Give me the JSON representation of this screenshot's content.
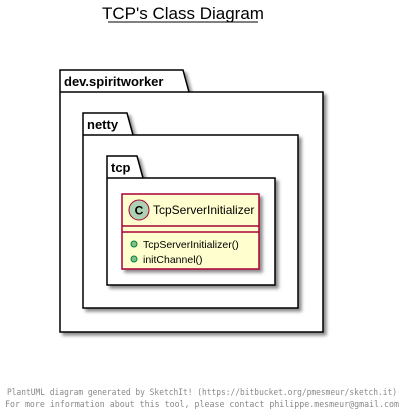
{
  "diagram": {
    "title": "TCP's Class Diagram",
    "packages": [
      {
        "name": "dev.spiritworker"
      },
      {
        "name": "netty"
      },
      {
        "name": "tcp"
      }
    ],
    "class": {
      "name": "TcpServerInitializer",
      "stereotype_letter": "C",
      "methods": [
        {
          "name": "TcpServerInitializer()"
        },
        {
          "name": "initChannel()"
        }
      ]
    },
    "footer": {
      "line1": "PlantUML diagram generated by SketchIt! (https://bitbucket.org/pmesmeur/sketch.it)",
      "line2": "For more information about this tool, please contact philippe.mesmeur@gmail.com"
    }
  },
  "colors": {
    "class_fill": "#FEFECE",
    "class_border": "#A80036",
    "stereotype_circle": "#ADD1B2",
    "method_dot": "#84BE84",
    "method_dot_border": "#038048",
    "package_border": "#000000",
    "shadow": "#C0C0C0",
    "footer_text": "#888888"
  }
}
